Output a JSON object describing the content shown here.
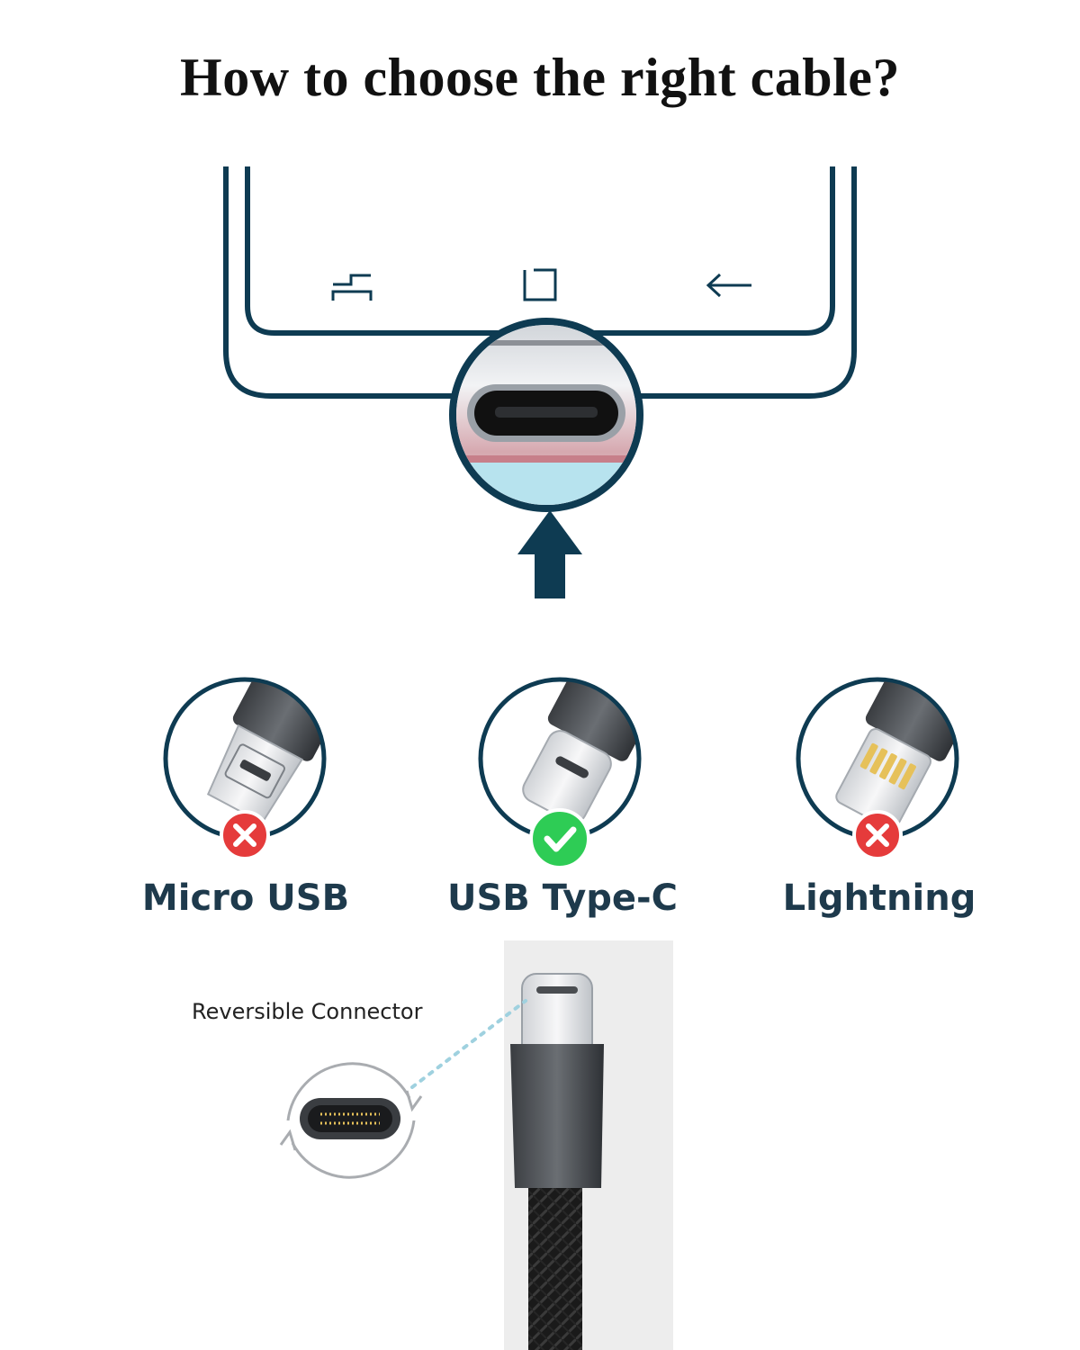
{
  "title": "How to choose the right cable?",
  "options": [
    {
      "label": "Micro USB",
      "status": "incompatible"
    },
    {
      "label": "USB Type-C",
      "status": "compatible"
    },
    {
      "label": "Lightning",
      "status": "incompatible"
    }
  ],
  "reversible_label": "Reversible Connector",
  "colors": {
    "outline": "#0e3b52",
    "label": "#1e3a4c",
    "accent_light": "#b7e3ee",
    "correct": "#2ecc55",
    "wrong": "#e53b3b"
  },
  "icons": [
    "recent-apps-icon",
    "home-icon",
    "back-icon",
    "up-arrow-icon",
    "check-icon",
    "cross-icon",
    "rotate-icon"
  ]
}
